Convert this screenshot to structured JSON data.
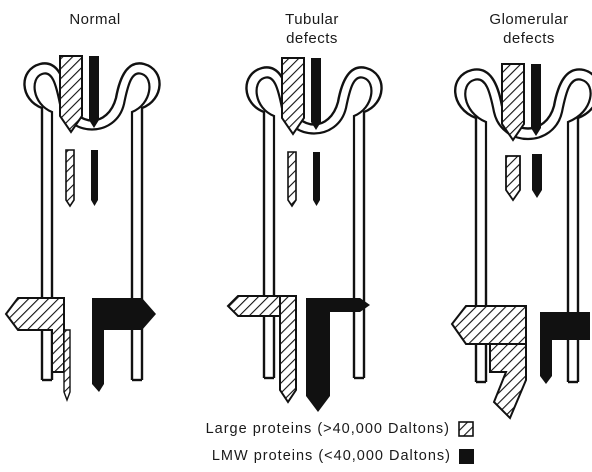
{
  "panels": [
    {
      "id": "normal",
      "title": "Normal"
    },
    {
      "id": "tubular",
      "title": "Tubular\ndefects"
    },
    {
      "id": "glomerular",
      "title": "Glomerular\ndefects"
    }
  ],
  "legend": [
    {
      "label": "Large proteins (>40,000 Daltons)",
      "pattern": "hatched"
    },
    {
      "label": "LMW proteins (<40,000 Daltons)",
      "pattern": "solid-black"
    }
  ],
  "colors": {
    "ink": "#111111",
    "background": "#ffffff"
  }
}
